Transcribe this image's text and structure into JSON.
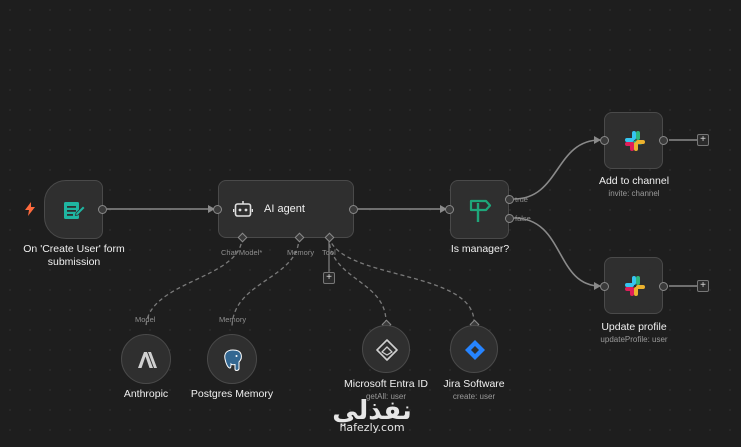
{
  "nodes": {
    "trigger": {
      "label": "On 'Create User' form submission",
      "icon": "form-edit-icon",
      "badge_icon": "lightning-bolt-icon"
    },
    "agent": {
      "label": "AI agent",
      "icon": "robot-icon",
      "ports": {
        "chat_model": "Chat Model*",
        "memory": "Memory",
        "tool": "Tool"
      }
    },
    "if_node": {
      "label": "Is manager?",
      "icon": "signpost-icon",
      "true_label": "true",
      "false_label": "false"
    },
    "add_channel": {
      "label": "Add to channel",
      "sub": "invite: channel",
      "icon": "slack-icon"
    },
    "update_profile": {
      "label": "Update profile",
      "sub": "updateProfile: user",
      "icon": "slack-icon"
    },
    "anthropic": {
      "label": "Anthropic",
      "port": "Model",
      "icon": "anthropic-icon"
    },
    "postgres": {
      "label": "Postgres Memory",
      "port": "Memory",
      "icon": "postgres-icon"
    },
    "entra": {
      "label": "Microsoft Entra ID",
      "sub": "getAll: user",
      "icon": "entra-icon"
    },
    "jira": {
      "label": "Jira Software",
      "sub": "create: user",
      "icon": "jira-icon"
    }
  },
  "add_buttons": {
    "symbol": "+"
  },
  "watermark": {
    "arabic": "نفذلي",
    "latin": "nafezly.com"
  },
  "colors": {
    "background": "#1e1e1e",
    "node_fill": "#2f2f2f",
    "edge": "#8a8a8a",
    "trigger_teal": "#1fb5a1",
    "bolt": "#ff6a3d",
    "if_green": "#1fa67a",
    "jira_blue": "#2684ff"
  }
}
